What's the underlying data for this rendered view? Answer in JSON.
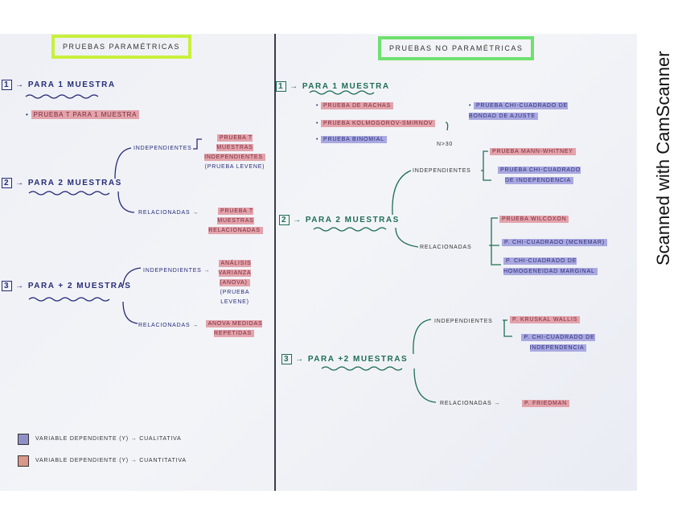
{
  "parametric": {
    "title": "PRUEBAS PARAMÉTRICAS",
    "s1": {
      "num": "1",
      "label": "→ PARA 1 MUESTRA",
      "test": "PRUEBA T para 1 MUESTRA"
    },
    "s2": {
      "num": "2",
      "label": "→ PARA 2 MUESTRAS",
      "indep": "INDEPENDIENTES",
      "indep_test": "PRUEBA T MUESTRAS INDEPENDIENTES",
      "indep_note": "(PRUEBA LEVENE)",
      "rel": "RELACIONADAS →",
      "rel_test": "PRUEBA T MUESTRAS RELACIONADAS"
    },
    "s3": {
      "num": "3",
      "label": "→ PARA + 2 MUESTRAS",
      "indep": "INDEPENDIENTES →",
      "indep_test": "ANÁLISIS VARIANZA (ANOVA)",
      "indep_note": "(PRUEBA LEVENE)",
      "rel": "RELACIONADAS →",
      "rel_test": "ANOVA MEDIDAS REPETIDAS"
    }
  },
  "nonparametric": {
    "title": "PRUEBAS NO PARAMÉTRICAS",
    "s1": {
      "num": "1",
      "label": "→ PARA 1 MUESTRA",
      "tests": [
        "Prueba de RACHAS",
        "Prueba KOLMOGOROV-SMIRNOV",
        "Prueba BINOMIAL"
      ],
      "note": "n>30",
      "side_test": "Prueba CHI-CUADRADO de bondad de ajuste"
    },
    "s2": {
      "num": "2",
      "label": "→ PARA 2 MUESTRAS",
      "indep": "INDEPENDIENTES",
      "indep_tests": [
        "Prueba MANN-WHITNEY",
        "Prueba CHI-CUADRADO de independencia"
      ],
      "rel": "RELACIONADAS",
      "rel_tests": [
        "Prueba Wilcoxon",
        "P. CHI-CUADRADO (MCNEMAR)",
        "P. CHI-CUADRADO DE HOMOGENEIDAD MARGINAL"
      ]
    },
    "s3": {
      "num": "3",
      "label": "→ PARA +2 MUESTRAS",
      "indep": "INDEPENDIENTES",
      "indep_tests": [
        "P. KRUSKAL WALLIS",
        "P. CHI-CUADRADO DE INDEPENDENCIA"
      ],
      "rel": "RELACIONADAS →",
      "rel_tests": [
        "P. FRIEDMAN"
      ]
    }
  },
  "legend": [
    {
      "text": "VARIABLE DEPENDIENTE (y) → CUALITATIVA",
      "color": "#8f90c8"
    },
    {
      "text": "VARIABLE DEPENDIENTE (y) → CUANTITATIVA",
      "color": "#d9988a"
    }
  ],
  "colors": {
    "qualitative": "#a9a8e0",
    "quantitative": "#e3a3ab",
    "parametric_box": "#c8f03c",
    "nonparametric_box": "#6fe06f"
  },
  "watermark": "Scanned with CamScanner"
}
